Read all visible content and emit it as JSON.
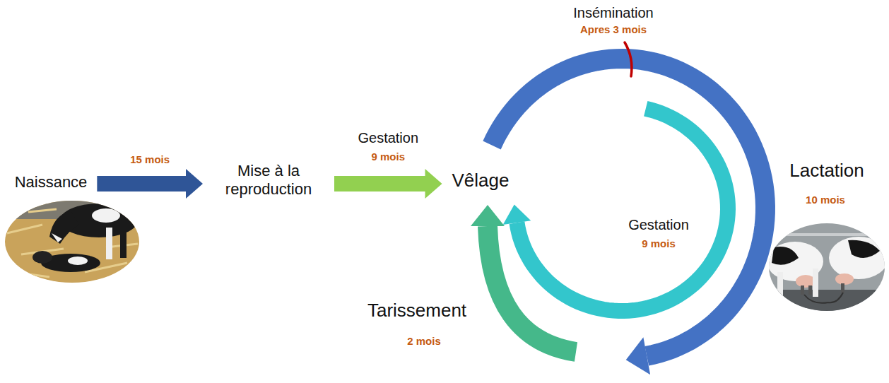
{
  "diagram": {
    "nodes": [
      {
        "text": [
          "Naissance"
        ]
      },
      {
        "text": [
          "Mise à la reproduction"
        ]
      },
      {
        "text": [
          "Vêlage"
        ]
      }
    ],
    "edges": [
      {
        "from": 0,
        "to": 1,
        "arrow": "to",
        "label": "15 mois"
      },
      {
        "from": 1,
        "to": 2,
        "arrow": "to",
        "label": "Gestation"
      }
    ],
    "labels": [
      "9 mois",
      "Insémination",
      "Apres 3 mois",
      "Lactation",
      "10 mois",
      "Gestation",
      "9 mois",
      "Tarissement",
      "2 mois"
    ]
  }
}
